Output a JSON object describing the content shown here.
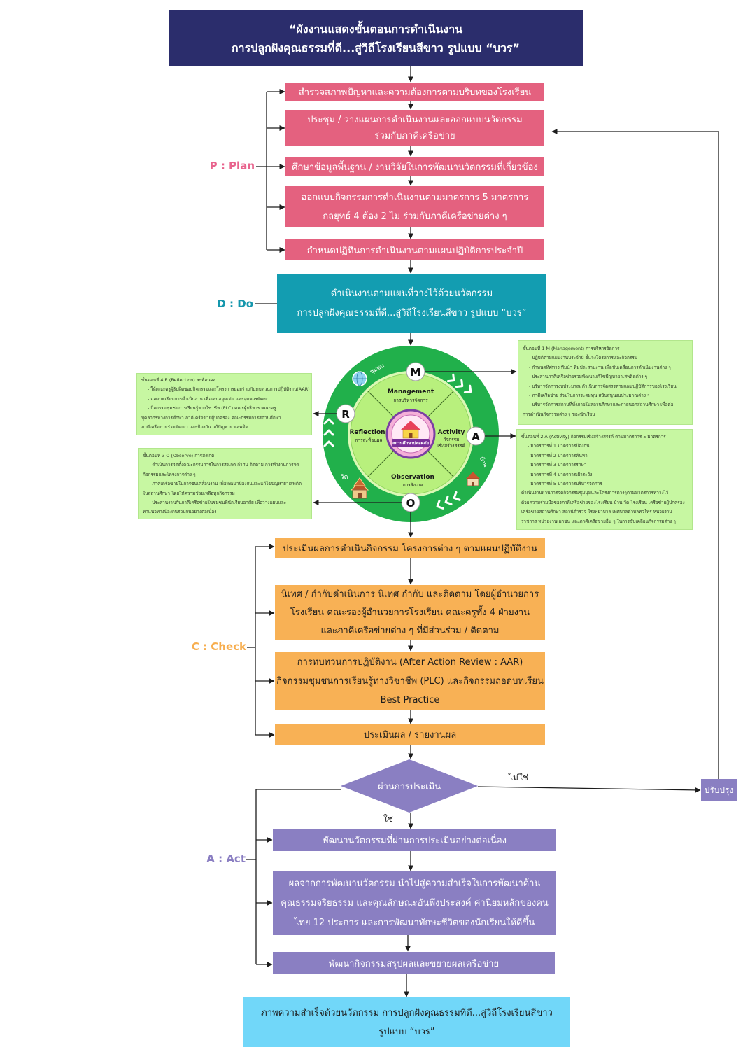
{
  "title": {
    "line1": "“ผังงานแสดงขั้นตอนการดำเนินงาน",
    "line2": "การปลูกฝังคุณธรรมที่ดี...สู่วิถีโรงเรียนสีขาว รูปแบบ “บวร”"
  },
  "plan": {
    "label": "P : Plan",
    "steps": [
      {
        "lines": [
          "สำรวจสภาพปัญหาและความต้องการตามบริบทของโรงเรียน"
        ]
      },
      {
        "lines": [
          "ประชุม / วางแผนการดำเนินงานและออกแบบนวัตกรรม",
          "ร่วมกับภาคีเครือข่าย"
        ]
      },
      {
        "lines": [
          "ศึกษาข้อมูลพื้นฐาน / งานวิจัยในการพัฒนานวัตกรรมที่เกี่ยวข้อง"
        ]
      },
      {
        "lines": [
          "ออกแบบกิจกรรมการดำเนินงานตามมาตรการ 5 มาตรการ",
          "กลยุทธ์ 4 ต้อง 2 ไม่ ร่วมกับภาคีเครือข่ายต่าง ๆ"
        ]
      },
      {
        "lines": [
          "กำหนดปฏิทินการดำเนินงานตามแผนปฏิบัติการประจำปี"
        ]
      }
    ]
  },
  "do": {
    "label": "D : Do",
    "lines": [
      "ดำเนินงานตามแผนที่วางไว้ด้วยนวัตกรรม",
      "การปลูกฝังคุณธรรมที่ดี...สู่วิถีโรงเรียนสีขาว รูปแบบ “บวร”"
    ]
  },
  "cycle": {
    "management": {
      "letter": "M",
      "en": "Management",
      "th": "การบริหารจัดการ"
    },
    "activity": {
      "letter": "A",
      "en": "Activity",
      "th1": "กิจกรรม",
      "th2": "เชิงสร้างสรรค์"
    },
    "observation": {
      "letter": "O",
      "en": "Observation",
      "th": "การสังเกต"
    },
    "reflection": {
      "letter": "R",
      "en": "Reflection",
      "th": "การสะท้อนผล"
    },
    "partners": {
      "community": "ชุมชน",
      "home": "บ้าน",
      "temple": "วัด"
    },
    "logo_text": "สถานศึกษาปลอดภัย"
  },
  "notes": {
    "management": {
      "heading": "ขั้นตอนที่ 1 M (Management) การบริหารจัดการ",
      "lines": [
        "- ปฏิบัติตามแผนงานประจำปี ชี้แจงโครงการและกิจกรรม",
        "- กำหนดทิศทาง ทีมนำ ทีมประสานงาน เพื่อขับเคลื่อนการดำเนินงานต่าง ๆ",
        "- ประสานภาคีเครือข่ายร่วมพัฒนาแก้ไขปัญหายาเสพติดต่าง ๆ",
        "- บริหารจัดการงบประมาณ ดำเนินการจัดสรรตามแผนปฏิบัติการของโรงเรียน",
        "- ภาคีเครือข่าย ร่วมในการระดมทุน สนับสนุนงบประมาณต่าง ๆ",
        "- บริหารจัดการสถานที่ทั้งภายในสถานศึกษาและภายนอกสถานศึกษา เพื่อต่อ",
        "การดำเนินกิจกรรมต่าง ๆ ของนักเรียน"
      ]
    },
    "reflection": {
      "heading": "ขั้นตอนที่ 4 R (Reflection) สะท้อนผล",
      "lines": [
        "- ให้คณะครูผู้รับผิดชอบกิจกรรมและโครงการย่อยร่วมกันทบทวนการปฏิบัติงาน(AAR)",
        "- ถอดบทเรียนการดำเนินงาน เพื่อเสนอจุดเด่น และจุดควรพัฒนา",
        "- กิจกรรมชุมชนการเรียนรู้ทางวิชาชีพ (PLC) คณะผู้บริหาร คณะครู",
        "บุคลากรทางการศึกษา ภาคีเครือข่ายผู้ปกครอง คณะกรรมการสถานศึกษา",
        "ภาคีเครือข่ายร่วมพัฒนา และป้องกัน แก้ปัญหายาเสพติด"
      ]
    },
    "activity": {
      "heading": "ขั้นตอนที่ 2 A (Activity) กิจกรรมเชิงสร้างสรรค์ ตามมาตรการ 5 มาตรการ",
      "lines": [
        "- มาตรการที่ 1 มาตรการป้องกัน",
        "- มาตรการที่ 2 มาตรการค้นหา",
        "- มาตรการที่ 3 มาตรการรักษา",
        "- มาตรการที่ 4 มาตรการเฝ้าระวัง",
        "- มาตรการที่ 5 มาตรการบริหารจัดการ",
        "ดำเนินงานผ่านการจัดกิจกรรมชุมนุมและโครงการต่างๆตามมาตรการที่วางไว้",
        "ด้วยความร่วมมือของภาคีเครือข่ายของโรงเรียน บ้าน วัด โรงเรียน เครือข่ายผู้ปกครอง",
        "เครือข่ายสถานศึกษา สถานีตำรวจ โรงพยาบาล เทศบาลตำบลหัวไทร หน่วยงาน",
        "ราชการ หน่วยงานเอกชน และภาคีเครือข่ายอื่น ๆ ในการขับเคลื่อนกิจกรรมต่าง ๆ"
      ]
    },
    "observation": {
      "heading": "ขั้นตอนที่ 3 O (Observe) การสังเกต",
      "lines": [
        "- ดำเนินการจัดตั้งคณะกรรมการในการสังเกต กำกับ ติดตาม การทำงานการจัด",
        "กิจกรรมและโครงการต่าง ๆ",
        "- ภาคีเครือข่ายในการขับเคลื่อนงาน เพื่อพัฒนาป้องกันและแก้ไขปัญหายาเสพติด",
        "ในสถานศึกษา โดยให้ความช่วยเหลือทุกกิจกรรม",
        "- ประสานงานกับภาคีเครือข่ายในชุมชนที่นักเรียนอาศัย เพื่อวางแผนและ",
        "หาแนวทางป้องกันร่วมกันอย่างต่อเนื่อง"
      ]
    }
  },
  "check": {
    "label": "C : Check",
    "steps": [
      {
        "lines": [
          "ประเมินผลการดำเนินกิจกรรม โครงการต่าง ๆ ตามแผนปฏิบัติงาน"
        ]
      },
      {
        "lines": [
          "นิเทศ / กำกับดำเนินการ นิเทศ กำกับ และติดตาม โดยผู้อำนวยการ",
          "โรงเรียน คณะรองผู้อำนวยการโรงเรียน คณะครูทั้ง 4 ฝ่ายงาน",
          "และภาคีเครือข่ายต่าง ๆ ที่มีส่วนร่วม / ติดตาม"
        ]
      },
      {
        "lines": [
          "การทบทวนการปฏิบัติงาน  (After Action Review : AAR)",
          "กิจกรรมชุมชนการเรียนรู้ทางวิชาชีพ (PLC) และกิจกรรมถอดบทเรียน",
          "Best Practice"
        ]
      },
      {
        "lines": [
          "ประเมินผล / รายงานผล"
        ]
      }
    ]
  },
  "decision": {
    "label": "ผ่านการประเมิน",
    "no": "ไม่ใช่",
    "yes": "ใช่",
    "improve": "ปรับปรุง"
  },
  "act": {
    "label": "A : Act",
    "steps": [
      {
        "lines": [
          "พัฒนานวัตกรรมที่ผ่านการประเมินอย่างต่อเนื่อง"
        ]
      },
      {
        "lines": [
          "ผลจากการพัฒนานวัตกรรม นำไปสู่ความสำเร็จในการพัฒนาด้าน",
          "คุณธรรมจริยธรรม และคุณลักษณะอันพึงประสงค์ ค่านิยมหลักของคน",
          "ไทย 12 ประการ และการพัฒนาทักษะชีวิตของนักเรียนให้ดีขึ้น"
        ]
      },
      {
        "lines": [
          "พัฒนากิจกรรมสรุปผลและขยายผลเครือข่าย"
        ]
      }
    ]
  },
  "result": {
    "lines": [
      "ภาพความสำเร็จด้วยนวัตกรรม การปลูกฝังคุณธรรมที่ดี...สู่วิถีโรงเรียนสีขาว",
      "รูปแบบ “บวร”"
    ]
  },
  "colors": {
    "title": "#2b2d6c",
    "plan": "#e4617f",
    "do": "#139db1",
    "cycle_ring": "#21b04b",
    "cycle_inner": "#b8f07d",
    "notes": "#c7f7a2",
    "check": "#f8b155",
    "act": "#8a7fc2",
    "result": "#71d7f9"
  }
}
